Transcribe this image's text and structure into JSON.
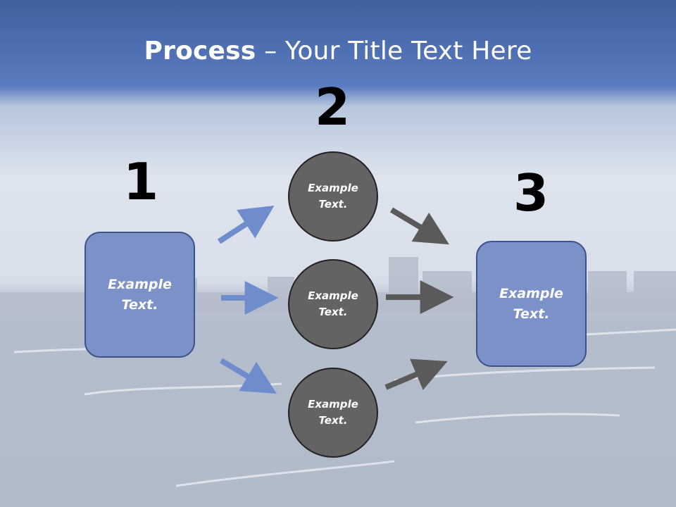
{
  "title": {
    "bold": "Process",
    "rest": " – Your Title Text Here"
  },
  "steps": {
    "one": "1",
    "two": "2",
    "three": "3"
  },
  "left_box": "Example\nText.",
  "right_box": "Example\nText.",
  "circles": [
    "Example\nText.",
    "Example\nText.",
    "Example\nText."
  ],
  "colors": {
    "header": "#4a6eb3",
    "box_fill": "#7b91c7",
    "box_border": "#3d5288",
    "circle_fill": "#636363",
    "blue_arrow": "#6f8ccc",
    "gray_arrow": "#5a5a5a"
  }
}
